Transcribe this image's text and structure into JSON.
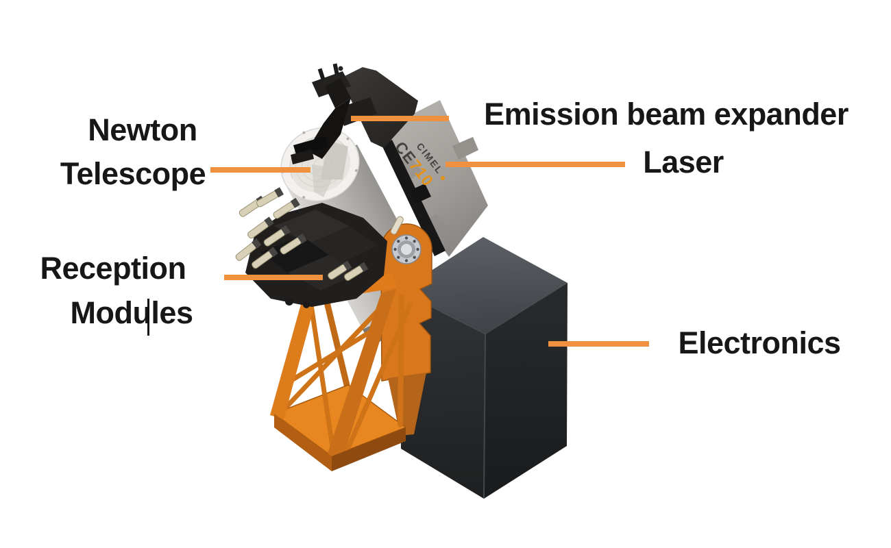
{
  "figure": {
    "type": "labeled-diagram",
    "subject": "CIMEL CE710 lidar instrument with annotated components",
    "background_color": "#ffffff",
    "accent_color": "#F0913F",
    "label_text_color": "#171717"
  },
  "labels": {
    "newton_telescope": {
      "line1": "Newton",
      "line2": "Telescope"
    },
    "emission_beam_expander": "Emission beam expander",
    "laser": "Laser",
    "reception_modules": {
      "line1": "Reception",
      "line2": "Modules"
    },
    "electronics": "Electronics"
  },
  "device": {
    "brand": "CIMEL",
    "model_prefix": "CE",
    "model_number": "710",
    "colors": {
      "mount_orange": "#D9771C",
      "telescope_grey": "#C6C4C1",
      "laser_grey": "#A5A29E",
      "electronics_dark": "#26282B",
      "module_beige": "#D9D0B8",
      "model_number_orange": "#E2921B"
    }
  }
}
